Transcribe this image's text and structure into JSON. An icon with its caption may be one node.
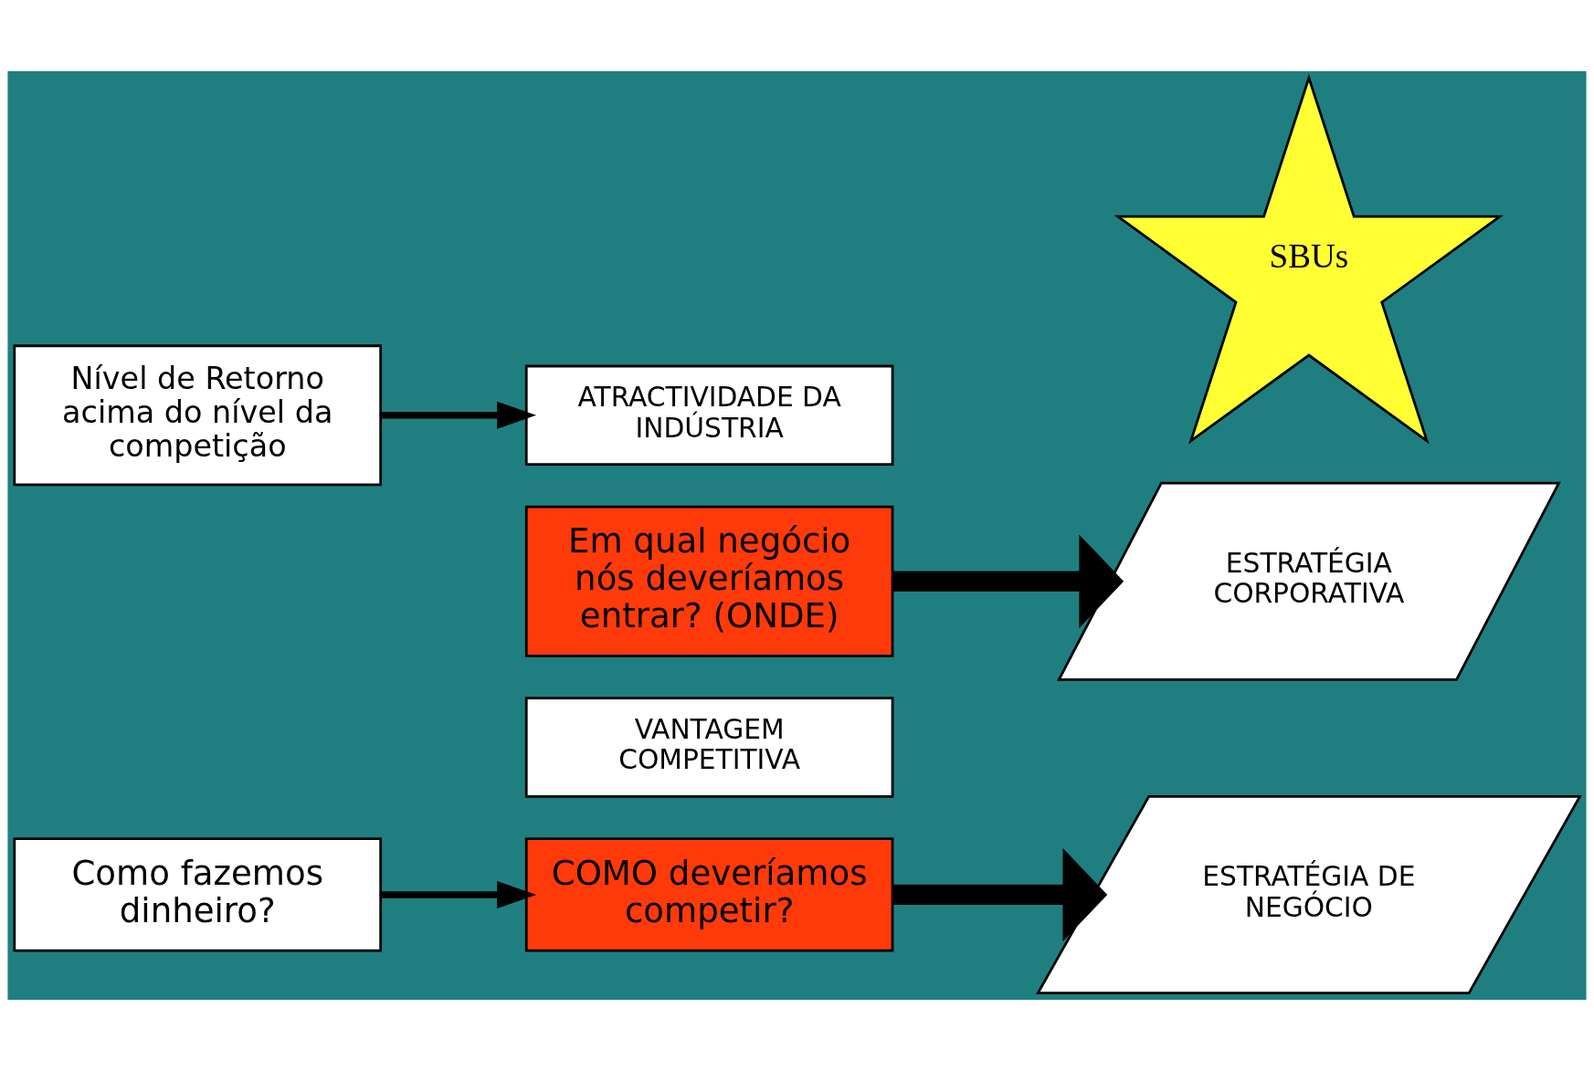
{
  "diagram": {
    "nodes": [
      {
        "text": [
          "Nível de Retorno acima do nível da competição"
        ]
      },
      {
        "text": [
          "Como fazemos dinheiro?"
        ]
      },
      {
        "text": [
          "ATRACTIVIDADE DA INDÚSTRIA"
        ]
      },
      {
        "text": [
          "Em qual negócio nós deveríamos entrar? (ONDE)"
        ]
      },
      {
        "text": [
          "VANTAGEM COMPETITIVA"
        ]
      },
      {
        "text": [
          "COMO deveríamos competir?"
        ]
      },
      {
        "text": [
          "SBUs"
        ]
      },
      {
        "text": [
          "ESTRATÉGIA CORPORATIVA"
        ]
      },
      {
        "text": [
          "ESTRATÉGIA DE NEGÓCIO"
        ]
      }
    ],
    "edges": [
      {
        "from": 0,
        "to": 2,
        "arrow": "to"
      },
      {
        "from": 1,
        "to": 5,
        "arrow": "to"
      },
      {
        "from": 3,
        "to": 7,
        "arrow": "to",
        "style": "thick"
      },
      {
        "from": 5,
        "to": 8,
        "arrow": "to",
        "style": "thick"
      }
    ]
  }
}
